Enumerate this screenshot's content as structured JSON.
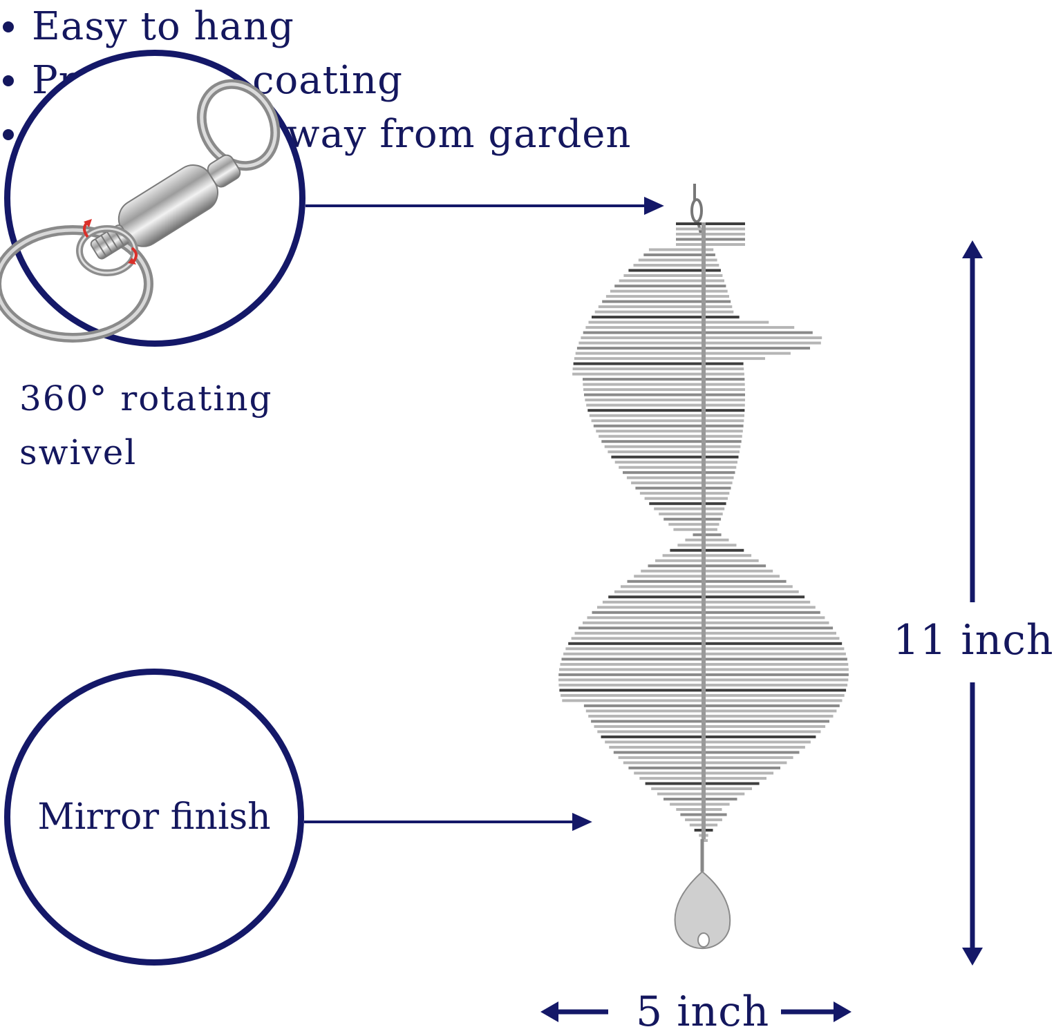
{
  "features": [
    "Easy to hang",
    "Protective coating",
    "Keep birds away from garden"
  ],
  "callouts": {
    "swivel": "360° rotating swivel",
    "mirror": "Mirror finish"
  },
  "dimensions": {
    "height": "11 inch",
    "width": "5 inch"
  },
  "colors": {
    "accent": "#141868",
    "metal": "#9a9a9a",
    "rotate_arrow": "#d9302a"
  }
}
